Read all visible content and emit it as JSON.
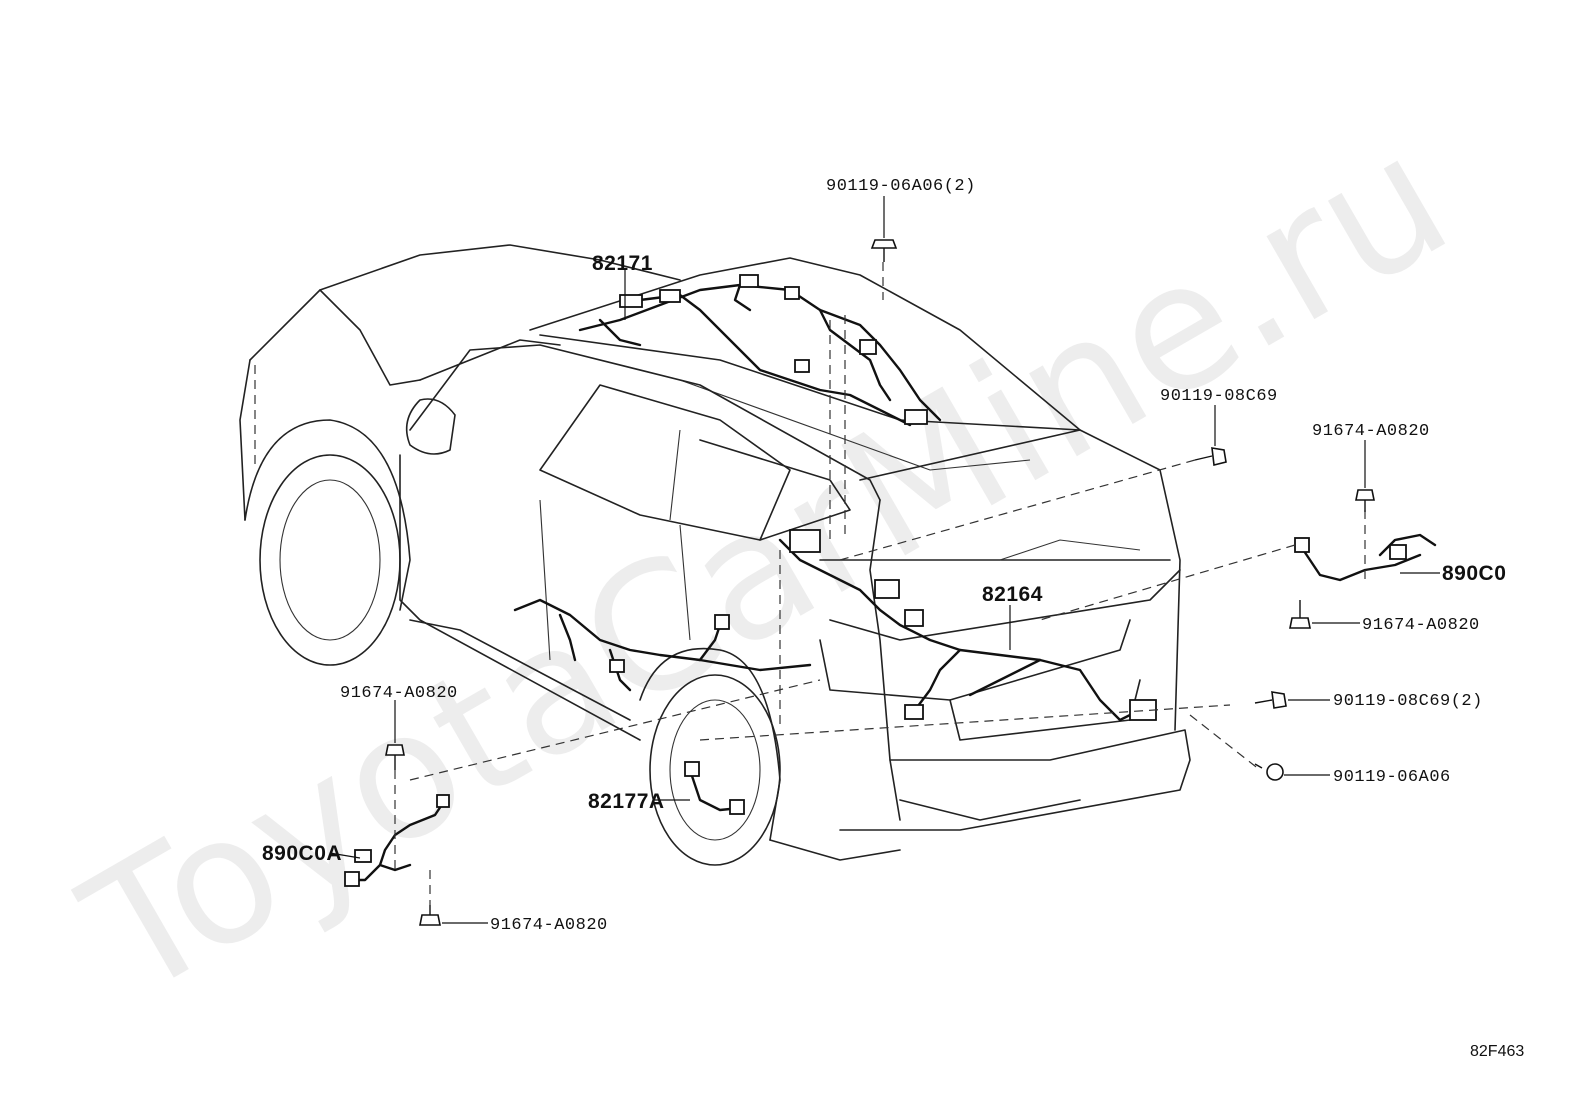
{
  "watermark": "ToyotaCarMine.ru",
  "diagram_code": "82F463",
  "parts": {
    "p82171": "82171",
    "p82164": "82164",
    "p82177A": "82177A",
    "p890C0": "890C0",
    "p890C0A": "890C0A",
    "bolt_roof": "90119-06A06(2)",
    "bolt_rear_upper": "90119-08C69",
    "bolt_right_top": "91674-A0820",
    "bolt_right_bottom": "91674-A0820",
    "bolt_rear_mid": "90119-08C69(2)",
    "bolt_rear_low": "90119-06A06",
    "bolt_left_top": "91674-A0820",
    "bolt_left_bottom": "91674-A0820"
  }
}
